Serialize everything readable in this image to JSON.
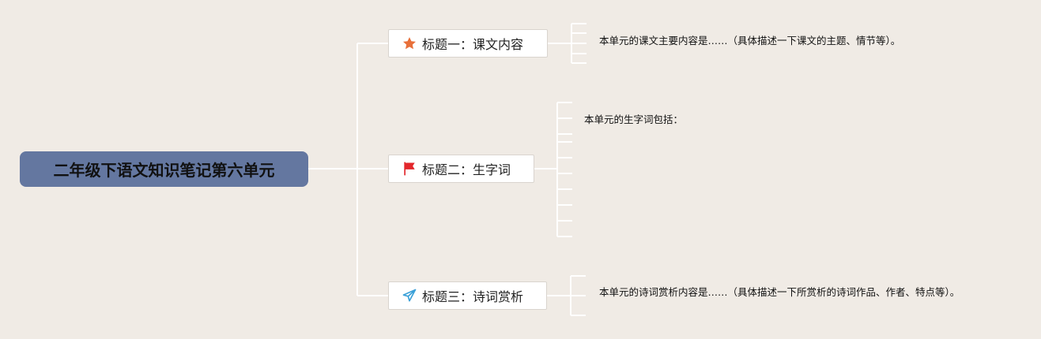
{
  "root": {
    "title": "二年级下语文知识笔记第六单元"
  },
  "topics": [
    {
      "label": "标题一：课文内容",
      "icon": "star-icon",
      "icon_color": "#e8703a",
      "note": "本单元的课文主要内容是……（具体描述一下课文的主题、情节等）。"
    },
    {
      "label": "标题二：生字词",
      "icon": "flag-icon",
      "icon_color": "#e3262b",
      "note": "本单元的生字词包括："
    },
    {
      "label": "标题三：诗词赏析",
      "icon": "paper-plane-icon",
      "icon_color": "#3aa0d8",
      "note": "本单元的诗词赏析内容是……（具体描述一下所赏析的诗词作品、作者、特点等）。"
    }
  ],
  "colors": {
    "background": "#f0ebe5",
    "root_fill": "#6477a0",
    "connector": "#ffffff"
  }
}
